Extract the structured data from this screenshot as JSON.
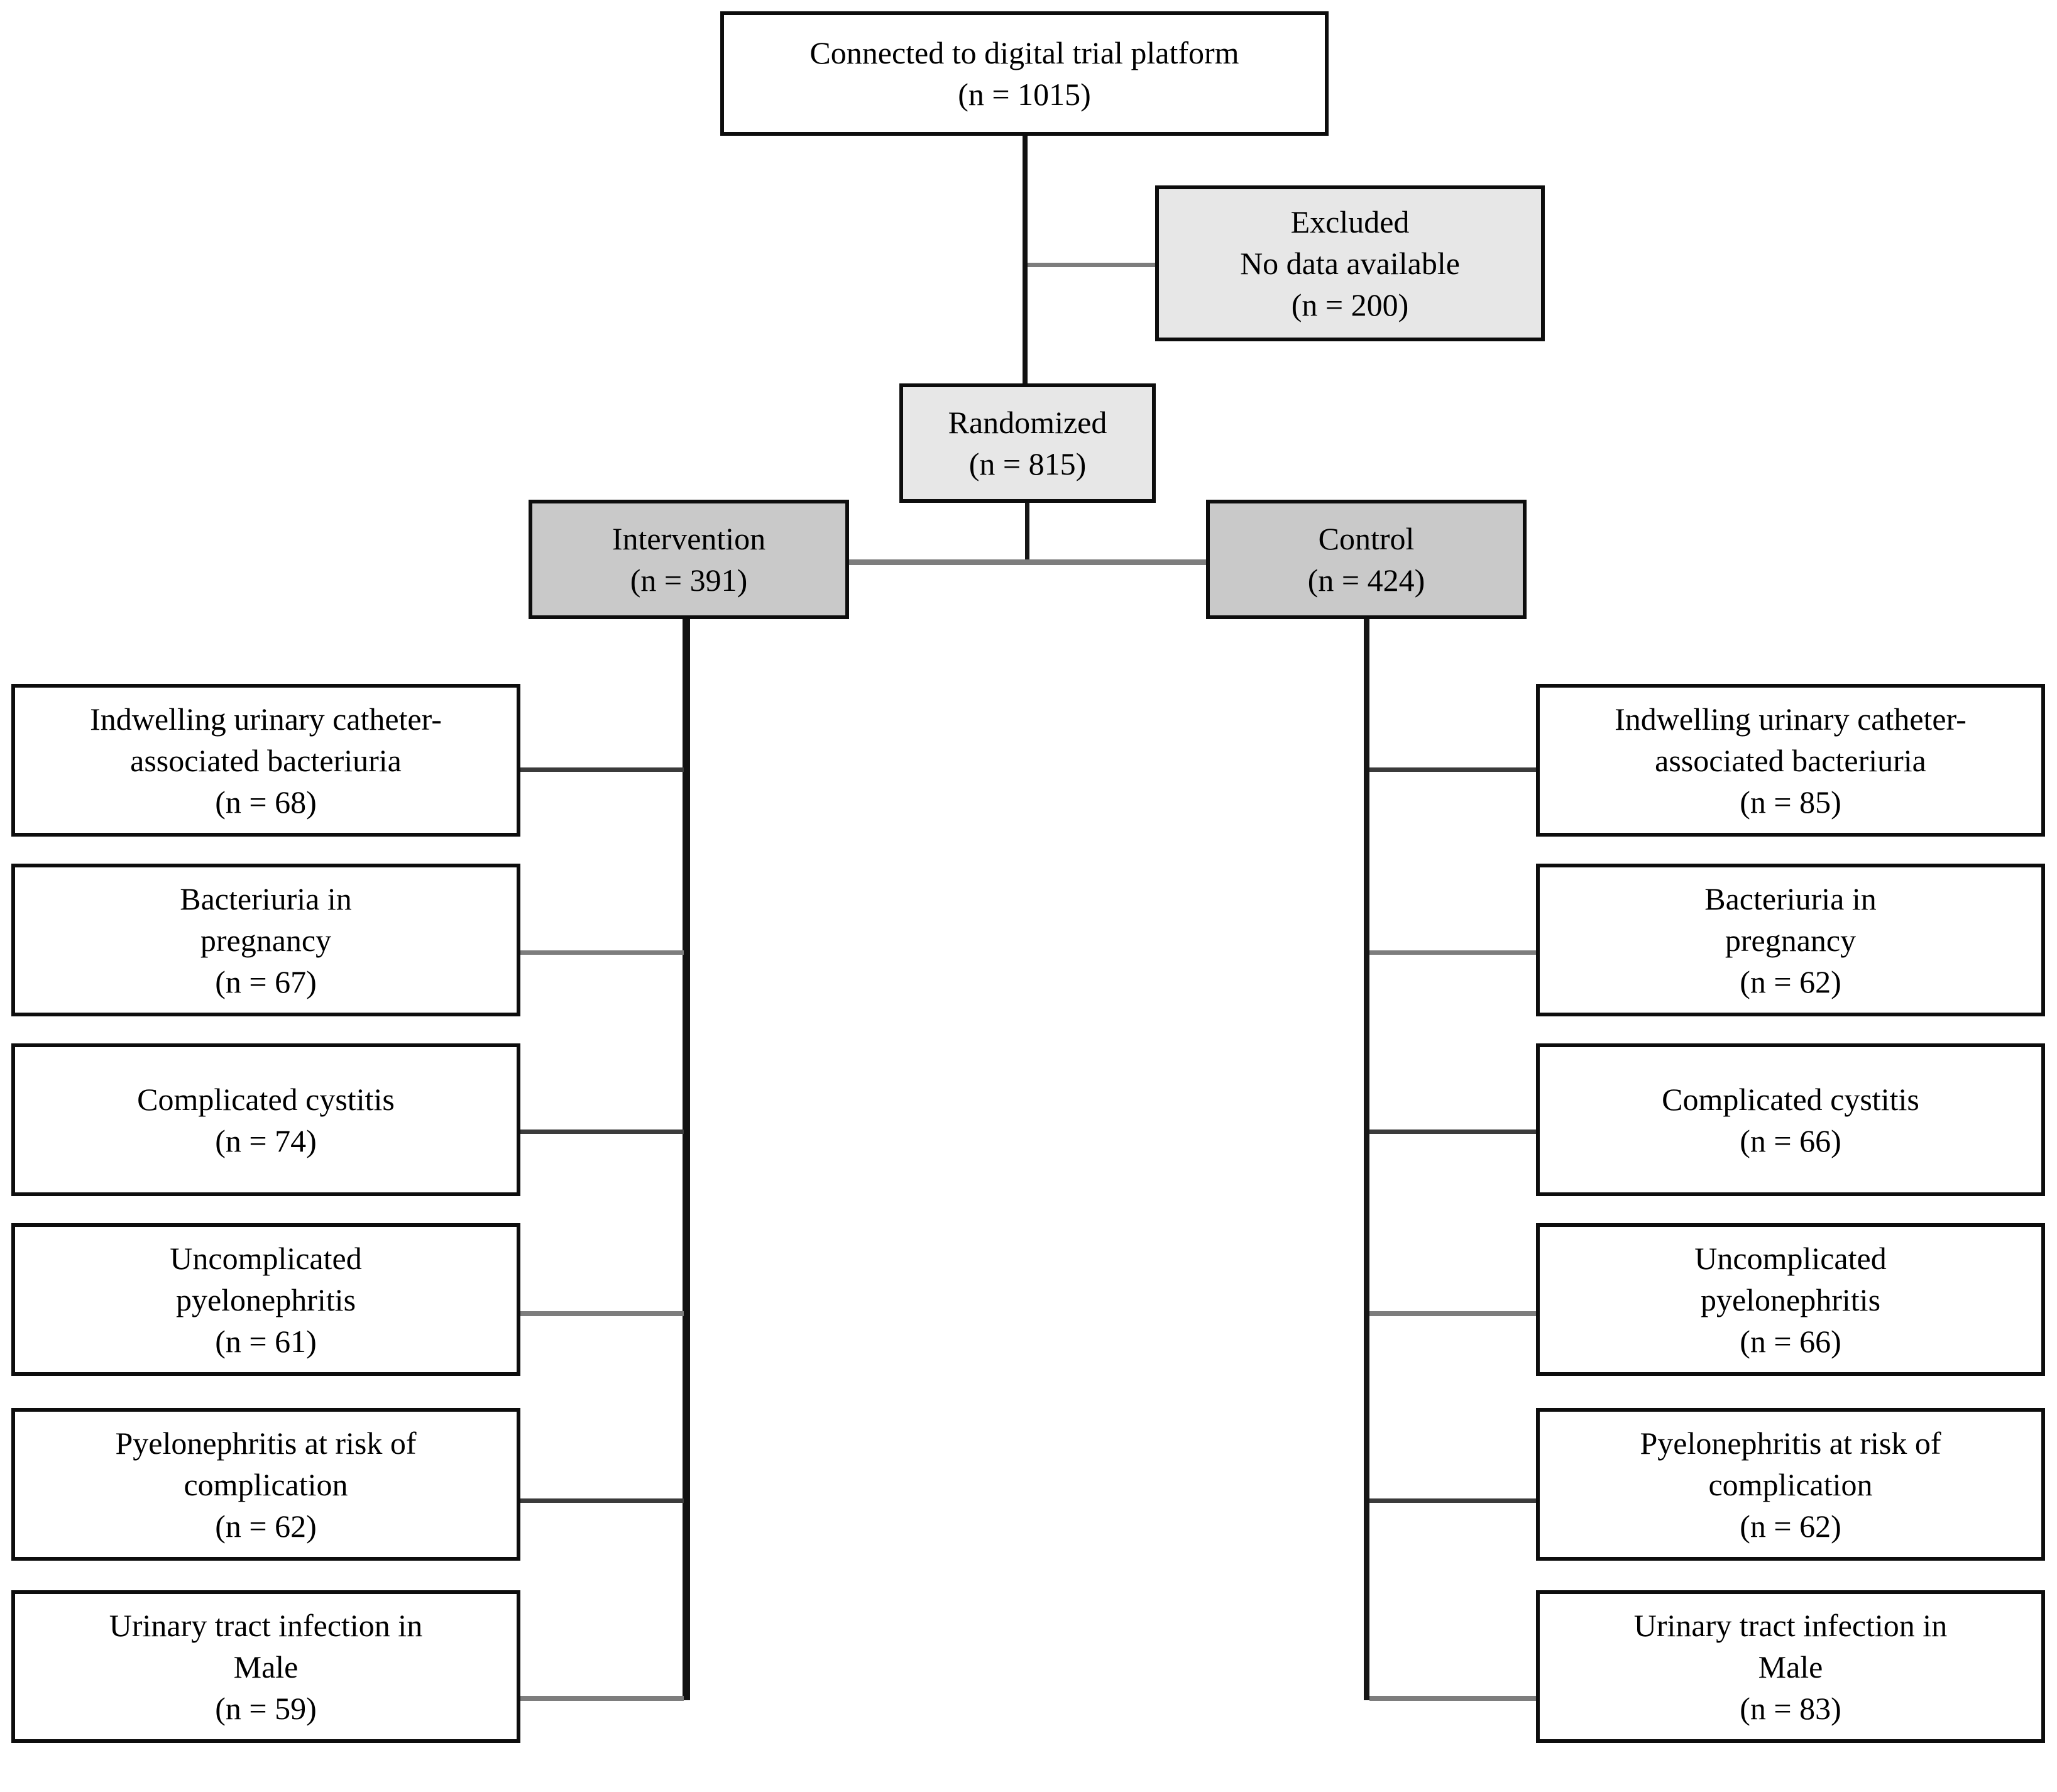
{
  "diagram": {
    "title_node": {
      "line1": "Connected to digital trial platform",
      "line2": "(n = 1015)"
    },
    "excluded_node": {
      "line1": "Excluded",
      "line2": "No  data available",
      "line3": "(n = 200)"
    },
    "randomized_node": {
      "line1": "Randomized",
      "line2": "(n = 815)"
    },
    "arms": [
      {
        "name": "intervention",
        "line1": "Intervention",
        "line2": "(n = 391)"
      },
      {
        "name": "control",
        "line1": "Control",
        "line2": "(n = 424)"
      }
    ],
    "intervention_leaves": [
      {
        "line1": "Indwelling urinary catheter-",
        "line2": "associated bacteriuria",
        "line3": "(n = 68)"
      },
      {
        "line1": "Bacteriuria  in",
        "line2": "pregnancy",
        "line3": "(n = 67)"
      },
      {
        "line1": "Complicated  cystitis",
        "line2": "(n = 74)",
        "line3": ""
      },
      {
        "line1": "Uncomplicated",
        "line2": "pyelonephritis",
        "line3": "(n = 61)"
      },
      {
        "line1": "Pyelonephritis at risk  of",
        "line2": "complication",
        "line3": "(n = 62)"
      },
      {
        "line1": "Urinary  tract infection in",
        "line2": "Male",
        "line3": "(n = 59)"
      }
    ],
    "control_leaves": [
      {
        "line1": "Indwelling urinary catheter-",
        "line2": "associated bacteriuria",
        "line3": "(n = 85)"
      },
      {
        "line1": "Bacteriuria  in",
        "line2": "pregnancy",
        "line3": "(n = 62)"
      },
      {
        "line1": "Complicated  cystitis",
        "line2": "(n = 66)",
        "line3": ""
      },
      {
        "line1": "Uncomplicated",
        "line2": "pyelonephritis",
        "line3": "(n = 66)"
      },
      {
        "line1": "Pyelonephritis at risk  of",
        "line2": "complication",
        "line3": "(n = 62)"
      },
      {
        "line1": "Urinary  tract infection in",
        "line2": "Male",
        "line3": "(n = 83)"
      }
    ],
    "colors": {
      "border": "#0d0d0d",
      "fill_light_grey": "#e7e7e7",
      "fill_mid_grey": "#c9c9c9",
      "connector_dark": "#111111",
      "connector_grey": "#7d7d7d",
      "background": "#ffffff"
    }
  }
}
